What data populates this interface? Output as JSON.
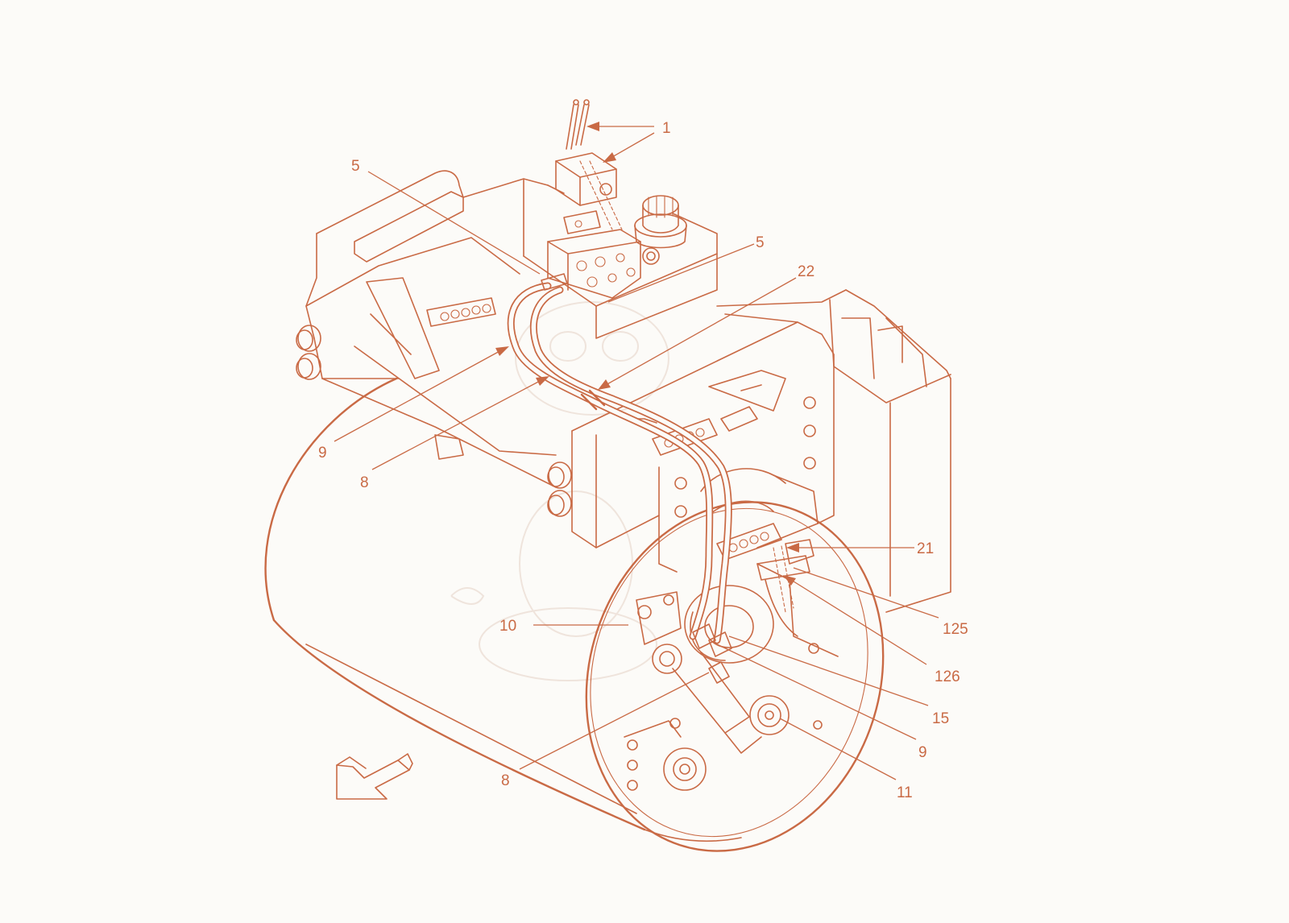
{
  "diagram": {
    "colors": {
      "line": "#c96a45",
      "background": "#fcfbf8",
      "watermark": "#efe4dc"
    },
    "callouts": [
      {
        "id": "c1",
        "label": "1"
      },
      {
        "id": "c5a",
        "label": "5"
      },
      {
        "id": "c5b",
        "label": "5"
      },
      {
        "id": "c22",
        "label": "22"
      },
      {
        "id": "c9a",
        "label": "9"
      },
      {
        "id": "c8a",
        "label": "8"
      },
      {
        "id": "c21",
        "label": "21"
      },
      {
        "id": "c125",
        "label": "125"
      },
      {
        "id": "c10",
        "label": "10"
      },
      {
        "id": "c126",
        "label": "126"
      },
      {
        "id": "c15",
        "label": "15"
      },
      {
        "id": "c9b",
        "label": "9"
      },
      {
        "id": "c8b",
        "label": "8"
      },
      {
        "id": "c11",
        "label": "11"
      }
    ],
    "icons": {
      "direction": "direction-arrow-icon"
    }
  }
}
